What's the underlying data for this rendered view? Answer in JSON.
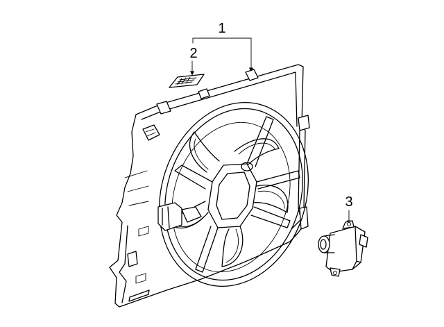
{
  "callouts": [
    {
      "id": "1",
      "label": "1"
    },
    {
      "id": "2",
      "label": "2"
    },
    {
      "id": "3",
      "label": "3"
    }
  ],
  "parts": [
    {
      "callout": "1",
      "icon": "fan-shroud-assembly-icon"
    },
    {
      "callout": "2",
      "icon": "label-icon"
    },
    {
      "callout": "3",
      "icon": "resistor-icon"
    }
  ]
}
